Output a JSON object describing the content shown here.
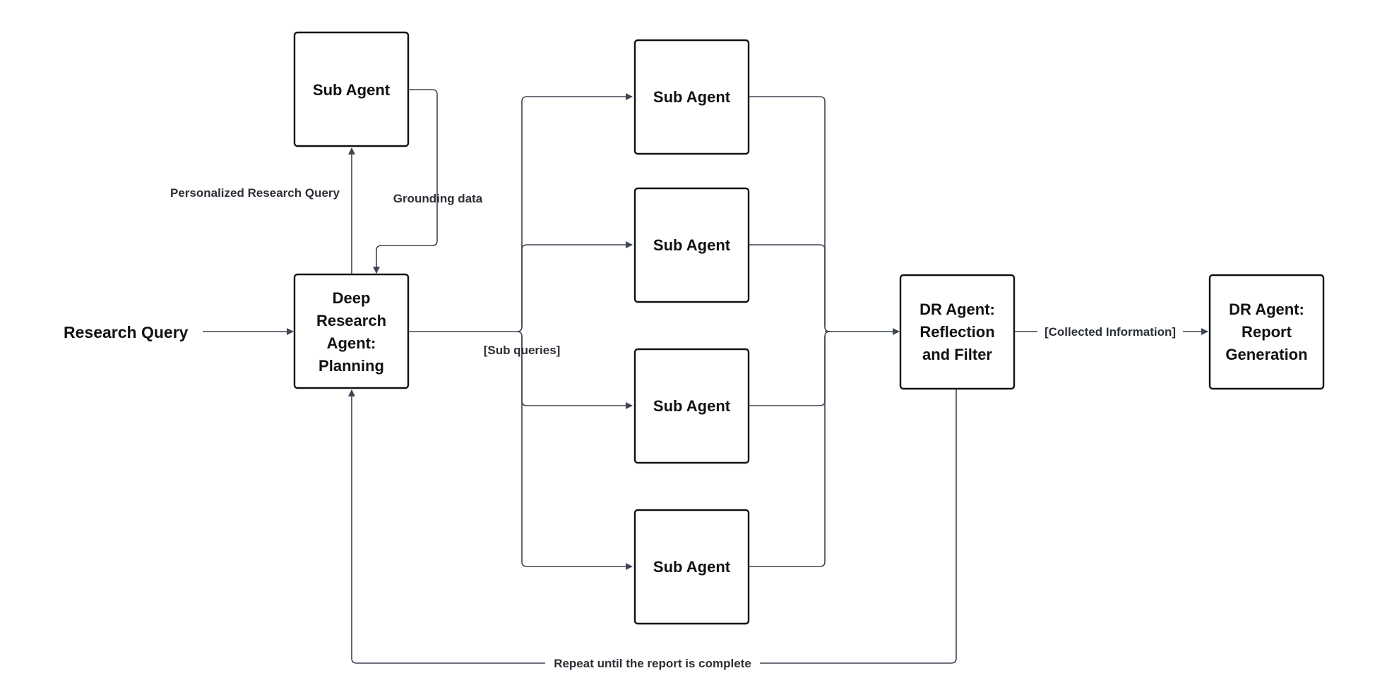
{
  "input": {
    "label": "Research Query"
  },
  "nodes": {
    "planning": {
      "lines": [
        "Deep",
        "Research",
        "Agent:",
        "Planning"
      ]
    },
    "grounding_agent": {
      "lines": [
        "Sub Agent"
      ]
    },
    "sub_agents": [
      {
        "lines": [
          "Sub Agent"
        ]
      },
      {
        "lines": [
          "Sub Agent"
        ]
      },
      {
        "lines": [
          "Sub Agent"
        ]
      },
      {
        "lines": [
          "Sub Agent"
        ]
      }
    ],
    "reflection": {
      "lines": [
        "DR Agent:",
        "Reflection",
        "and Filter"
      ]
    },
    "report": {
      "lines": [
        "DR Agent:",
        "Report",
        "Generation"
      ]
    }
  },
  "edges": {
    "personalized_query": "Personalized Research Query",
    "grounding_data": "Grounding data",
    "sub_queries": "[Sub queries]",
    "collected_information": "[Collected Information]",
    "repeat": "Repeat until the report is complete"
  },
  "colors": {
    "box_stroke": "#111111",
    "edge_stroke": "#3e4652",
    "text": "#111111"
  }
}
